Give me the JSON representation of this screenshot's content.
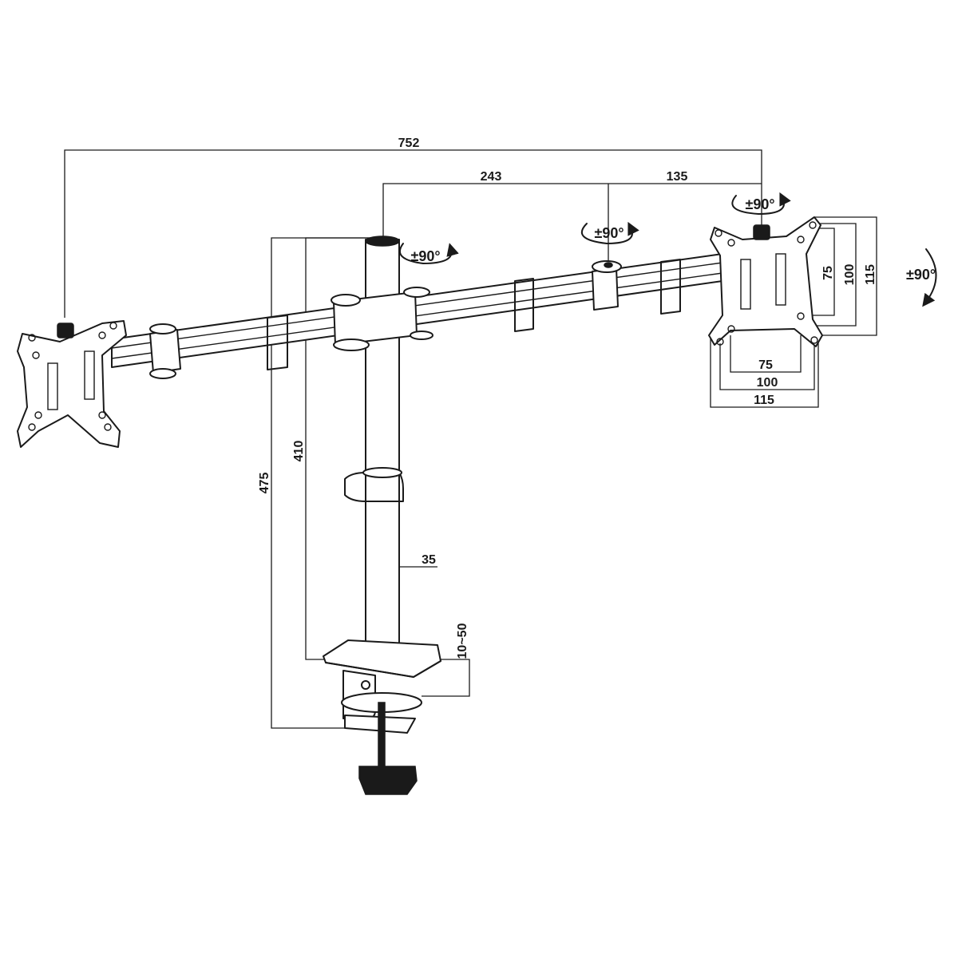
{
  "dimensions": {
    "overall_width": "752",
    "pole_to_joint": "243",
    "joint_to_head": "135",
    "vesa_height_75": "75",
    "vesa_height_100": "100",
    "vesa_height_115": "115",
    "vesa_width_75": "75",
    "vesa_width_100": "100",
    "vesa_width_115": "115",
    "total_height": "475",
    "pole_height": "410",
    "pole_diameter": "35",
    "clamp_range": "10~50"
  },
  "rotations": {
    "pole_swivel": "±90°",
    "arm_joint_swivel": "±90°",
    "head_swivel": "±90°",
    "head_tilt": "±90°"
  }
}
